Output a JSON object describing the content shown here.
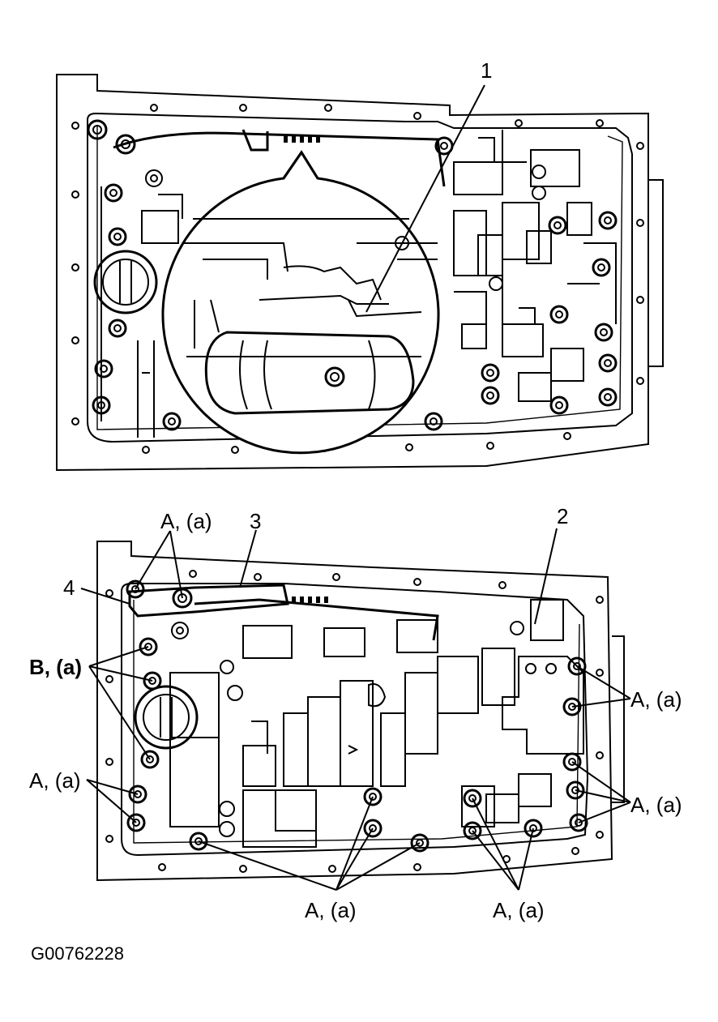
{
  "figure_id": "G00762228",
  "callouts": {
    "top_item_1": "1",
    "bottom_item_2": "2",
    "bottom_item_3": "3",
    "bottom_item_4": "4"
  },
  "bolt_labels": {
    "top_left": "A, (a)",
    "left_b": "B, (a)",
    "left_lower": "A, (a)",
    "right_upper": "A, (a)",
    "right_lower": "A, (a)",
    "bottom_center": "A, (a)",
    "bottom_right": "A, (a)"
  }
}
